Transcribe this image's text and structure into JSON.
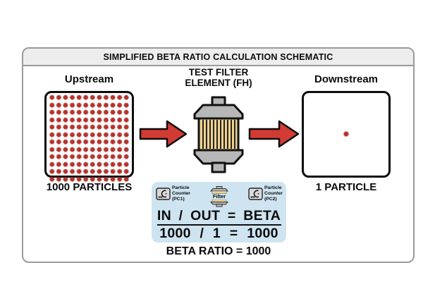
{
  "title": "SIMPLIFIED BETA RATIO CALCULATION SCHEMATIC",
  "upstream": {
    "label": "Upstream",
    "count_label": "1000 PARTICLES"
  },
  "filter": {
    "label_line1": "TEST FILTER",
    "label_line2": "ELEMENT (FH)"
  },
  "downstream": {
    "label": "Downstream",
    "count_label": "1 PARTICLE"
  },
  "legend": {
    "pc1_label": "Particle\nCounter\n(PC1)",
    "filter_label": "Filter",
    "pc2_label": "Particle\nCounter\n(PC2)"
  },
  "equation": {
    "numerator": "IN / OUT = BETA",
    "denominator": "1000 / 1 = 1000",
    "result": "BETA RATIO = 1000"
  },
  "particles": {
    "glyph": "✹",
    "grid_cols": 12,
    "grid_rows": 12
  },
  "colors": {
    "particle_red": "#bf2e27",
    "arrow_red": "#d23b33",
    "media_tan": "#ecd392",
    "cap_gray": "#b7b7b7",
    "panel_blue": "#cfe4f1"
  }
}
